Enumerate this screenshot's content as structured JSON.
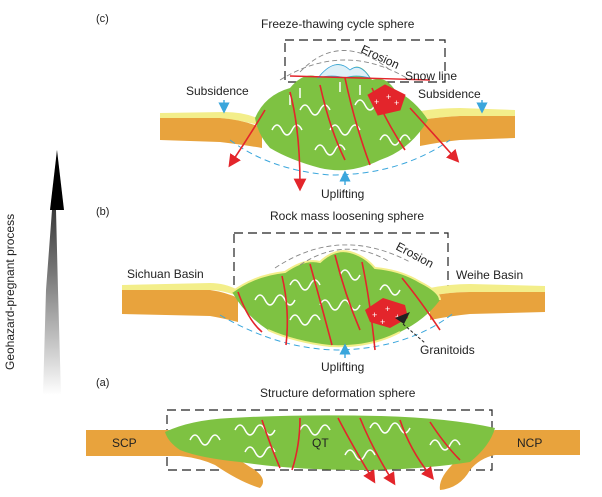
{
  "vertical_label": "Geohazard-pregnant process",
  "panel_c": {
    "tag": "(c)",
    "title": "Freeze-thawing cycle sphere",
    "erosion": "Erosion",
    "snow_line": "Snow line",
    "subsidence_left": "Subsidence",
    "subsidence_right": "Subsidence",
    "uplifting": "Uplifting"
  },
  "panel_b": {
    "tag": "(b)",
    "title": "Rock mass loosening sphere",
    "erosion": "Erosion",
    "left_basin": "Sichuan Basin",
    "right_basin": "Weihe Basin",
    "granitoids": "Granitoids",
    "uplifting": "Uplifting"
  },
  "panel_a": {
    "tag": "(a)",
    "title": "Structure deformation sphere",
    "left": "SCP",
    "center": "QT",
    "right": "NCP"
  },
  "colors": {
    "orange": "#E8A33D",
    "green": "#7EC242",
    "yellow": "#F3EE8A",
    "red": "#E3252B",
    "blue": "#3AA6DC",
    "grey": "#888888"
  }
}
